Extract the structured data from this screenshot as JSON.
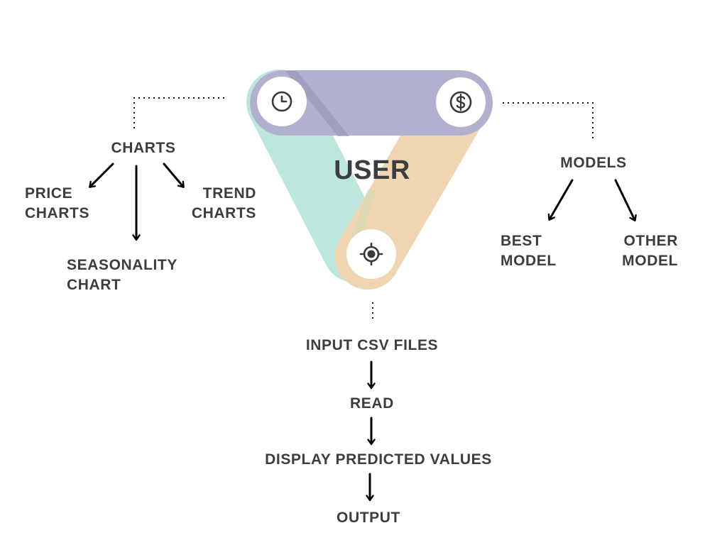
{
  "hub": {
    "label": "USER"
  },
  "icons": {
    "top_left": "clock-icon",
    "top_right": "dollar-icon",
    "bottom": "target-icon"
  },
  "colors": {
    "mint_band": "#bde6dc",
    "lavender_band": "#b1b1cf",
    "peach_band": "#efd5b0",
    "text": "#3d3d3f",
    "icon": "#3a3a3c",
    "arrow": "#000000"
  },
  "charts": {
    "heading": "CHARTS",
    "price": [
      "PRICE",
      "CHARTS"
    ],
    "trend": [
      "TREND",
      "CHARTS"
    ],
    "seasonality": [
      "SEASONALITY",
      "CHART"
    ]
  },
  "models": {
    "heading": "MODELS",
    "best": [
      "BEST",
      "MODEL"
    ],
    "other": [
      "OTHER",
      "MODEL"
    ]
  },
  "flow": {
    "input": "INPUT CSV FILES",
    "read": "READ",
    "display": "DISPLAY PREDICTED VALUES",
    "output": "OUTPUT"
  }
}
